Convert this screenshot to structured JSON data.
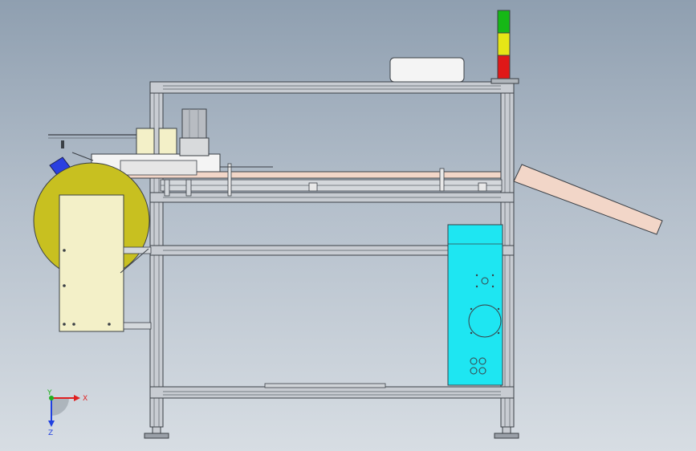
{
  "triad": {
    "x_label": "X",
    "y_label": "Y",
    "z_label": "Z"
  },
  "colors": {
    "background_top": "#8f9fb0",
    "background_bottom": "#d7dde3",
    "frame": "#c8ccd2",
    "frame_edge": "#3a3f45",
    "reel": "#c8c020",
    "reel_plate": "#f3f0c8",
    "control_box": "#1ee6f2",
    "conveyor": "#f2d6c8",
    "motor": "#b8bcc2",
    "sensor": "#2a3fe0",
    "light_green": "#16b816",
    "light_yellow": "#e6e616",
    "light_red": "#e01818",
    "axis_x": "#e02020",
    "axis_y": "#20b020",
    "axis_z": "#2040e0"
  }
}
